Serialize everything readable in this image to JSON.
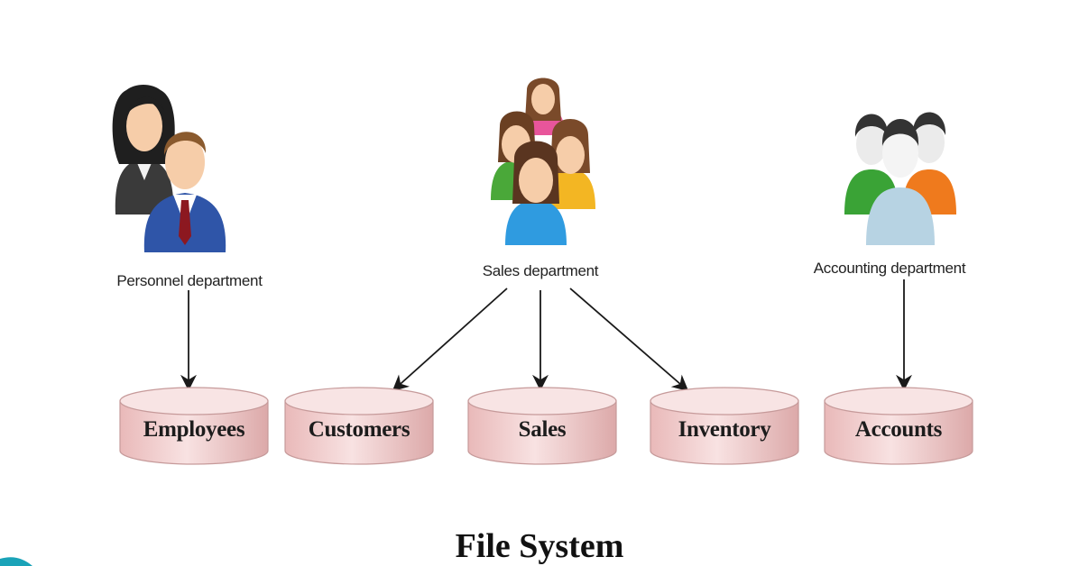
{
  "diagram": {
    "title": "File System",
    "departments": [
      {
        "id": "personnel",
        "label": "Personnel department"
      },
      {
        "id": "sales",
        "label": "Sales department"
      },
      {
        "id": "accounting",
        "label": "Accounting department"
      }
    ],
    "files": [
      {
        "id": "employees",
        "label": "Employees"
      },
      {
        "id": "customers",
        "label": "Customers"
      },
      {
        "id": "sales",
        "label": "Sales"
      },
      {
        "id": "inventory",
        "label": "Inventory"
      },
      {
        "id": "accounts",
        "label": "Accounts"
      }
    ],
    "connections": [
      {
        "from": "personnel",
        "to": "employees"
      },
      {
        "from": "sales",
        "to": "customers"
      },
      {
        "from": "sales",
        "to": "sales"
      },
      {
        "from": "sales",
        "to": "inventory"
      },
      {
        "from": "accounting",
        "to": "accounts"
      }
    ],
    "colors": {
      "drum_fill": "#f3d3d3",
      "drum_top": "#f8e4e4",
      "drum_stroke": "#c69a9a",
      "arrow": "#1a1a1a"
    }
  }
}
